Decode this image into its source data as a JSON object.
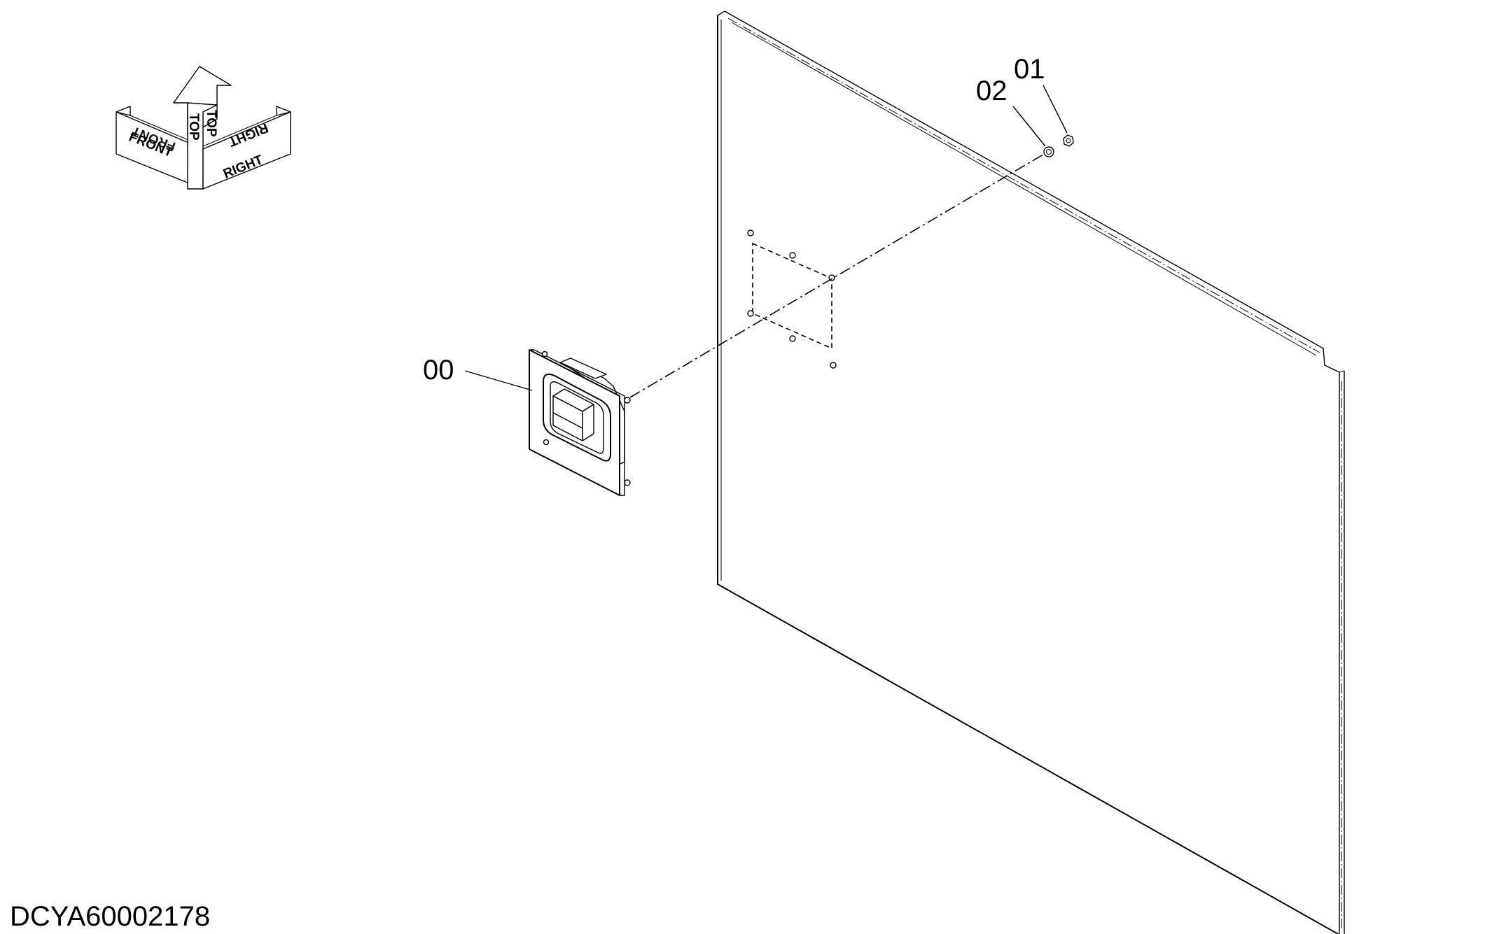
{
  "callouts": {
    "part_00": "00",
    "part_01": "01",
    "part_02": "02"
  },
  "orientation": {
    "front": "FRONT",
    "top": "TOP",
    "right": "RIGHT"
  },
  "drawing_id": "DCYA60002178",
  "colors": {
    "line": "#000000",
    "background": "#ffffff"
  },
  "icons": [
    "orientation-arrows-icon"
  ]
}
